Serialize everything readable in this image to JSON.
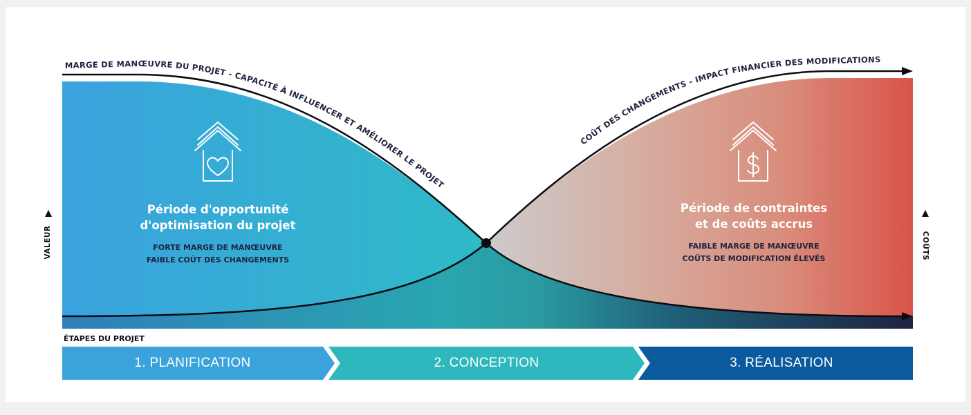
{
  "curves": {
    "top_left_label": "MARGE DE MANŒUVRE DU PROJET - CAPACITÉ À INFLUENCER ET AMÉLIORER LE PROJET",
    "top_right_label": "COÛT DES CHANGEMENTS - IMPACT FINANCIER DES MODIFICATIONS"
  },
  "axes": {
    "left_label": "VALEUR",
    "right_label": "COÛTS"
  },
  "left_block": {
    "icon": "house-heart-icon",
    "title_line1": "Période d'opportunité",
    "title_line2": "d'optimisation du projet",
    "sub_line1": "FORTE MARGE DE MANŒUVRE",
    "sub_line2": "FAIBLE COÛT DES CHANGEMENTS"
  },
  "right_block": {
    "icon": "house-dollar-icon",
    "title_line1": "Période de contraintes",
    "title_line2": "et de coûts accrus",
    "sub_line1": "FAIBLE MARGE DE MANŒUVRE",
    "sub_line2": "COÛTS DE MODIFICATION ÉLEVÉS"
  },
  "stages": {
    "title": "ÉTAPES DU PROJET",
    "items": [
      {
        "label": "1. PLANIFICATION",
        "color": "#3aa3dc"
      },
      {
        "label": "2. CONCEPTION",
        "color": "#2eb8bd"
      },
      {
        "label": "3. RÉALISATION",
        "color": "#0b5a9e"
      }
    ]
  },
  "colors": {
    "background": "#f1f1f2",
    "value_blue": "#3aa2de",
    "value_teal": "#2ebbc6",
    "cost_red": "#d9544a",
    "cost_grey": "#cccccc",
    "navy": "#1f2340"
  }
}
